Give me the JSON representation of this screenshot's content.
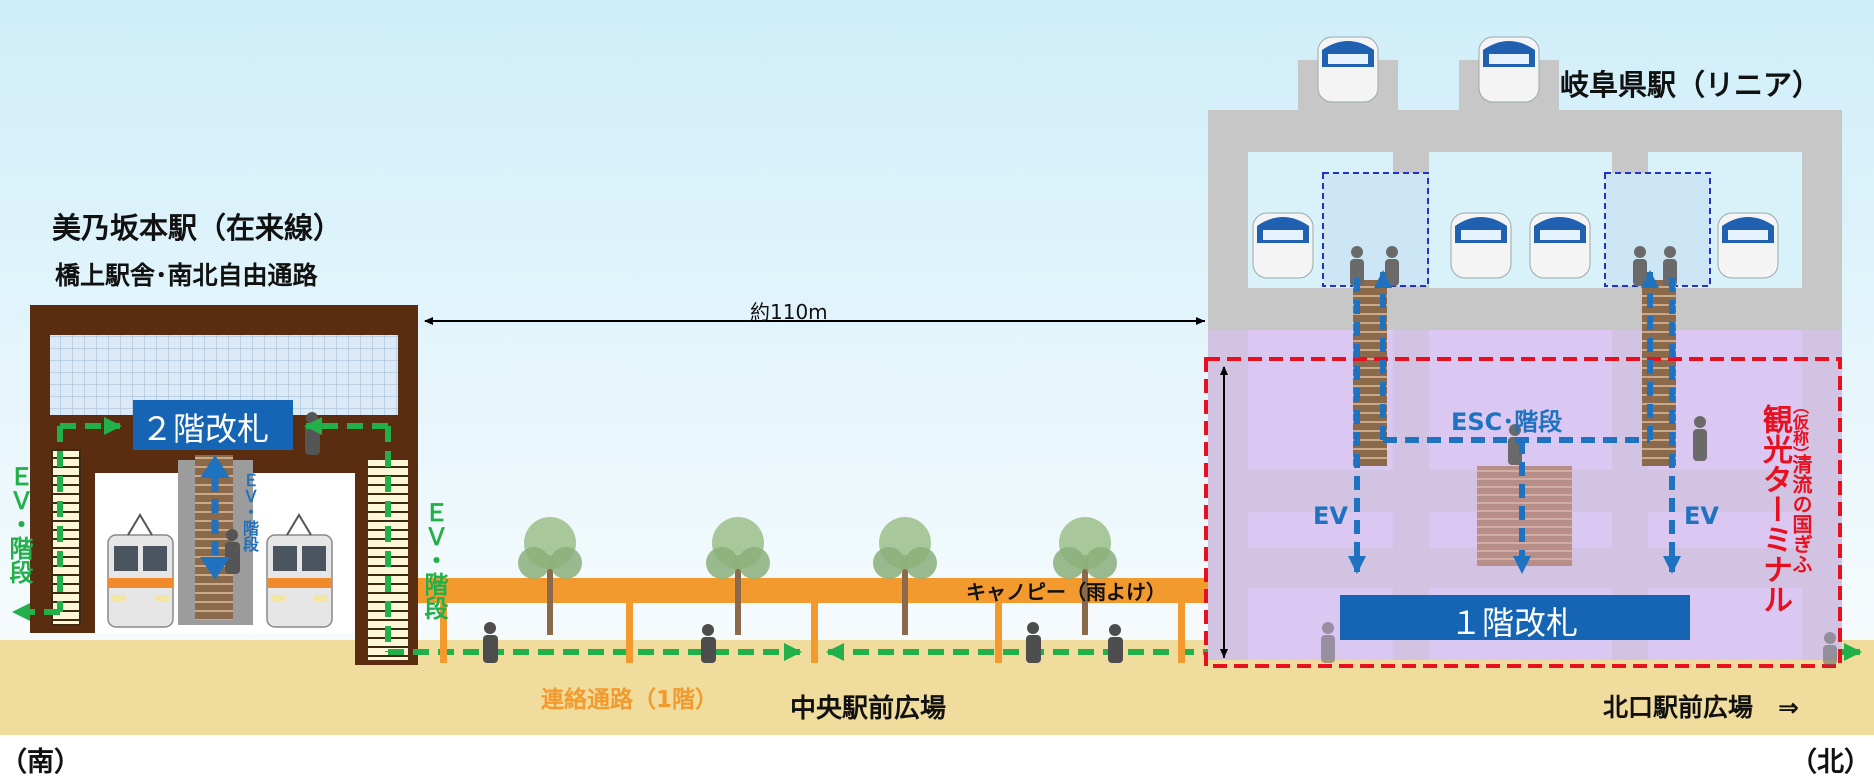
{
  "labels": {
    "station_left": "美乃坂本駅（在来線）",
    "station_left_sub": "橋上駅舎･南北自由通路",
    "gate_2f": "２階改札",
    "ev_stairs_left": "ＥＶ・階段",
    "ev_stairs_mid": "ＥＶ・階段",
    "ev_stairs_inner": "ＥＶ・階段",
    "distance": "約110m",
    "canopy": "キャノピー（雨よけ）",
    "corridor": "連絡通路（1階）",
    "central_plaza": "中央駅前広場",
    "north_plaza": "北口駅前広場　⇒",
    "south": "（南）",
    "north": "（北）",
    "station_right": "岐阜県駅（リニア）",
    "esc_stairs": "ESC･階段",
    "ev_left": "EV",
    "ev_right": "EV",
    "gate_1f": "１階改札",
    "terminal_prefix": "（仮称）",
    "terminal_name": "清流の国ぎふ",
    "terminal_main": "観光ターミナル"
  },
  "colors": {
    "sky_top": "#d3eef8",
    "ground": "#f0dc9c",
    "canopy": "#f39a2e",
    "green_path": "#22b04a",
    "blue_path": "#1e72c0",
    "gate_box": "#1565b4",
    "terminal_red": "#e8101e",
    "building_brown": "#5a2d10",
    "building_gray": "#c7c7c7"
  }
}
